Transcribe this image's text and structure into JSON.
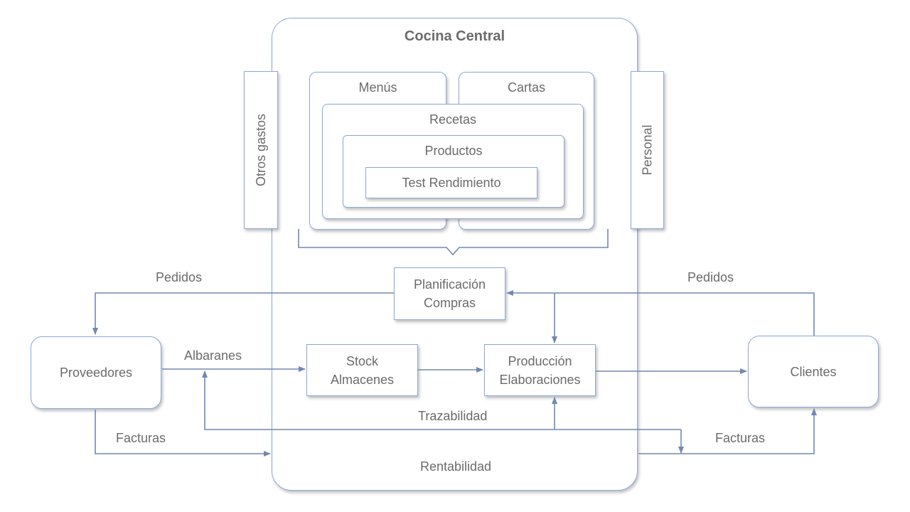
{
  "cocina_central": {
    "title": "Cocina Central",
    "footer": "Rentabilidad"
  },
  "side_boxes": {
    "otros_gastos": "Otros gastos",
    "personal": "Personal"
  },
  "nested": {
    "menus": "Menús",
    "cartas": "Cartas",
    "recetas": "Recetas",
    "productos": "Productos",
    "test_rendimiento": "Test Rendimiento"
  },
  "process": {
    "planificacion": [
      "Planificación",
      "Compras"
    ],
    "stock": [
      "Stock",
      "Almacenes"
    ],
    "produccion": [
      "Producción",
      "Elaboraciones"
    ]
  },
  "actors": {
    "proveedores": "Proveedores",
    "clientes": "Clientes"
  },
  "flow_labels": {
    "pedidos_left": "Pedidos",
    "pedidos_right": "Pedidos",
    "albaranes": "Albaranes",
    "trazabilidad": "Trazabilidad",
    "facturas_left": "Facturas",
    "facturas_right": "Facturas"
  },
  "colors": {
    "box_border": "#8fa8d8",
    "connector": "#7387b3",
    "text": "#6b6b6b"
  }
}
